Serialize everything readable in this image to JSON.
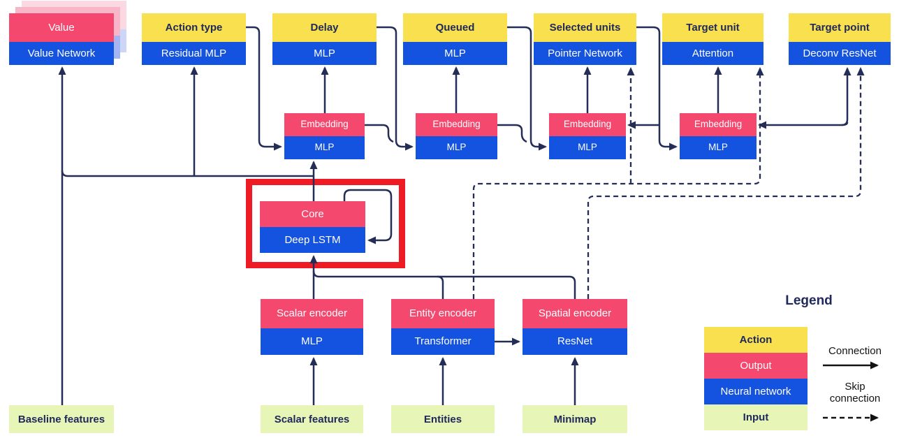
{
  "heads": [
    {
      "action": "Value",
      "network": "Value Network"
    },
    {
      "action": "Action type",
      "network": "Residual MLP"
    },
    {
      "action": "Delay",
      "network": "MLP"
    },
    {
      "action": "Queued",
      "network": "MLP"
    },
    {
      "action": "Selected units",
      "network": "Pointer Network"
    },
    {
      "action": "Target unit",
      "network": "Attention"
    },
    {
      "action": "Target point",
      "network": "Deconv ResNet"
    }
  ],
  "embeddings": [
    {
      "label": "Embedding",
      "network": "MLP"
    },
    {
      "label": "Embedding",
      "network": "MLP"
    },
    {
      "label": "Embedding",
      "network": "MLP"
    },
    {
      "label": "Embedding",
      "network": "MLP"
    }
  ],
  "core": {
    "label": "Core",
    "network": "Deep LSTM"
  },
  "encoders": [
    {
      "label": "Scalar encoder",
      "network": "MLP"
    },
    {
      "label": "Entity encoder",
      "network": "Transformer"
    },
    {
      "label": "Spatial encoder",
      "network": "ResNet"
    }
  ],
  "inputs": [
    {
      "label": "Baseline features"
    },
    {
      "label": "Scalar features"
    },
    {
      "label": "Entities"
    },
    {
      "label": "Minimap"
    }
  ],
  "legend": {
    "title": "Legend",
    "items": [
      {
        "label": "Action",
        "color": "#f9e04e"
      },
      {
        "label": "Output",
        "color": "#f5486e"
      },
      {
        "label": "Neural network",
        "color": "#1452e0"
      },
      {
        "label": "Input",
        "color": "#e7f5b7"
      }
    ],
    "connection_label": "Connection",
    "skip_connection_label": "Skip connection"
  },
  "colors": {
    "action_yellow": "#f9e04e",
    "output_pink": "#f5486e",
    "network_blue": "#1452e0",
    "input_green": "#e7f5b7",
    "line_navy": "#232d56",
    "highlight_red": "#ee1b24"
  }
}
